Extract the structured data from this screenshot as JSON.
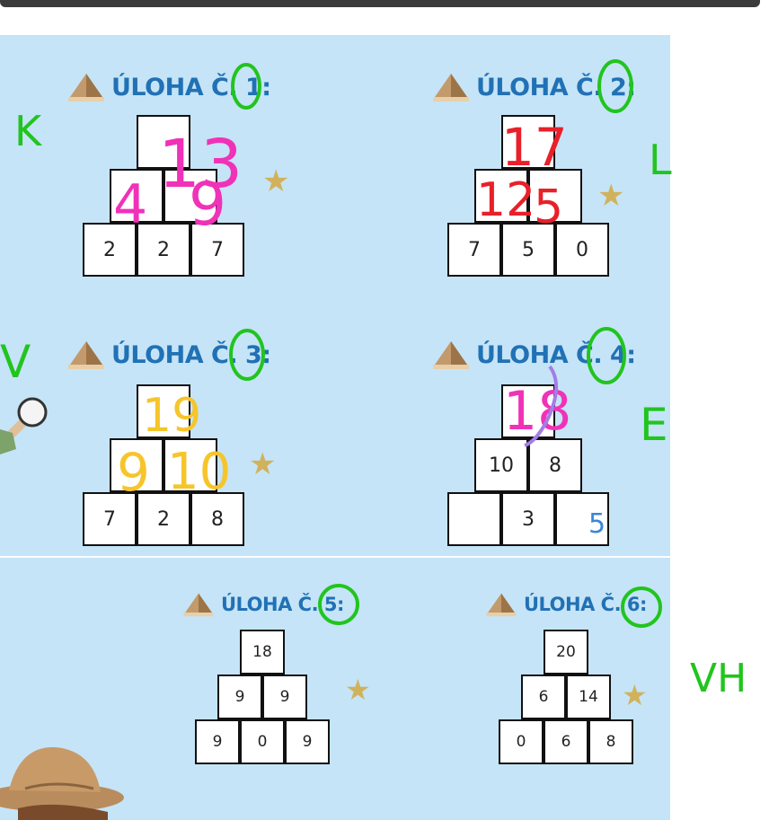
{
  "tasks": [
    {
      "title": "ÚLOHA Č. 1:",
      "rows": [
        [
          ""
        ],
        [
          "",
          ""
        ],
        [
          "2",
          "2",
          "7"
        ]
      ]
    },
    {
      "title": "ÚLOHA Č. 2:",
      "rows": [
        [
          ""
        ],
        [
          "",
          ""
        ],
        [
          "7",
          "5",
          "0"
        ]
      ]
    },
    {
      "title": "ÚLOHA Č. 3:",
      "rows": [
        [
          ""
        ],
        [
          "",
          ""
        ],
        [
          "7",
          "2",
          "8"
        ]
      ]
    },
    {
      "title": "ÚLOHA Č. 4:",
      "rows": [
        [
          ""
        ],
        [
          "10",
          "8"
        ],
        [
          "",
          "3",
          ""
        ]
      ]
    },
    {
      "title": "ÚLOHA Č. 5:",
      "rows": [
        [
          "18"
        ],
        [
          "9",
          "9"
        ],
        [
          "9",
          "0",
          "9"
        ]
      ]
    },
    {
      "title": "ÚLOHA Č. 6:",
      "rows": [
        [
          "20"
        ],
        [
          "6",
          "14"
        ],
        [
          "0",
          "6",
          "8"
        ]
      ]
    }
  ],
  "annotations": {
    "letters": [
      "K",
      "L",
      "V",
      "E",
      "VH"
    ],
    "answers": {
      "t1_top": "13",
      "t1_left": "4",
      "t1_right": "9",
      "t2_top": "17",
      "t2_left": "12",
      "t2_right": "5",
      "t3_top": "19",
      "t3_left": "9",
      "t3_right": "10",
      "t4_top": "18",
      "t4_bottom_right": "5"
    }
  },
  "colors": {
    "panel_bg": "#c5e4f7",
    "title_blue": "#2171b5",
    "star_gold": "#d1b25c",
    "ink_green": "#22c41e",
    "ink_pink": "#f032b8",
    "ink_red": "#e8202a",
    "ink_yellow": "#f6c52a",
    "ink_purple": "#a47de8",
    "digit_blue": "#3b86d8"
  },
  "icons": {
    "task": "pyramid-icon",
    "bonus": "star-icon",
    "magnifier": "magnifying-glass-icon",
    "character": "explorer-hat-character"
  }
}
